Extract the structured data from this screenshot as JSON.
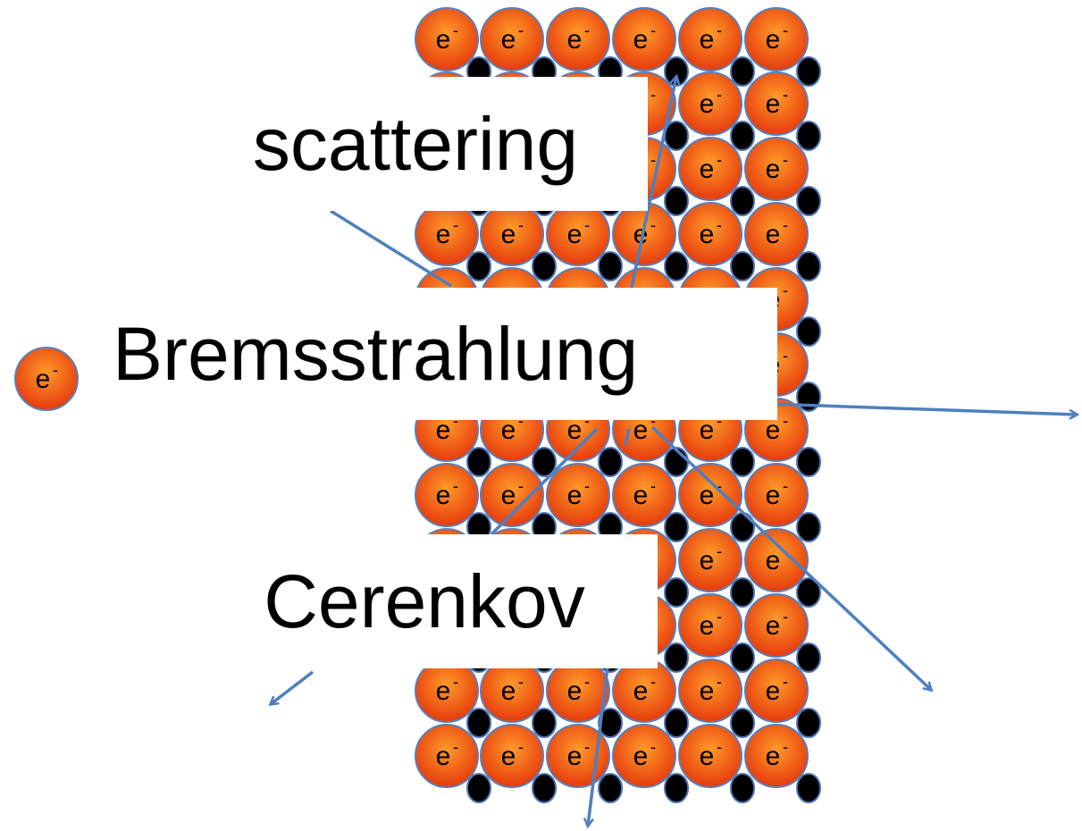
{
  "labels": {
    "scattering": "scattering",
    "bremsstrahlung": "Bremsstrahlung",
    "cerenkov": "Cerenkov"
  },
  "electron": {
    "symbol": "e",
    "charge": "-"
  },
  "colors": {
    "electron_fill_light": "#ff8c1a",
    "electron_fill_dark": "#e8300a",
    "electron_stroke": "#5b7fb8",
    "nucleus_fill": "#000000",
    "nucleus_stroke": "#4a70b0",
    "arrow": "#4f7fbf"
  },
  "icons": {
    "incoming_electron": "electron-icon",
    "lattice_electron": "electron-icon",
    "nucleus": "nucleus-dot-icon"
  }
}
